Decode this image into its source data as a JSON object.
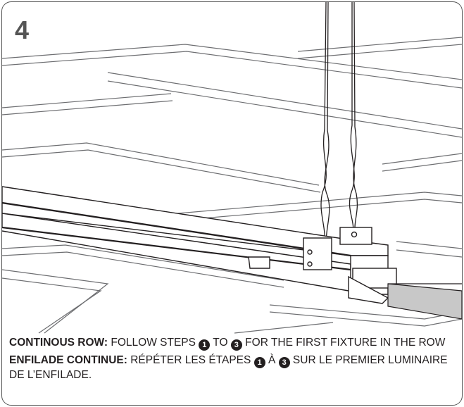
{
  "step": {
    "number": "4"
  },
  "caption_en": {
    "heading": "CONTINOUS ROW:",
    "part1": " FOLLOW STEPS ",
    "circle_a": "1",
    "part2": " TO ",
    "circle_b": "3",
    "part3": " FOR THE FIRST FIXTURE IN THE ROW"
  },
  "caption_fr": {
    "heading": "ENFILADE CONTINUE:",
    "part1": " RÉPÉTER LES ÉTAPES ",
    "circle_a": "1",
    "part2": " À ",
    "circle_b": "3",
    "part3": " SUR LE PREMIER LUMINAIRE DE L’ENFILADE."
  },
  "colors": {
    "border": "#555555",
    "line": "#231f20",
    "grid": "#6d6e71",
    "highlight": "#c8c8c8"
  }
}
